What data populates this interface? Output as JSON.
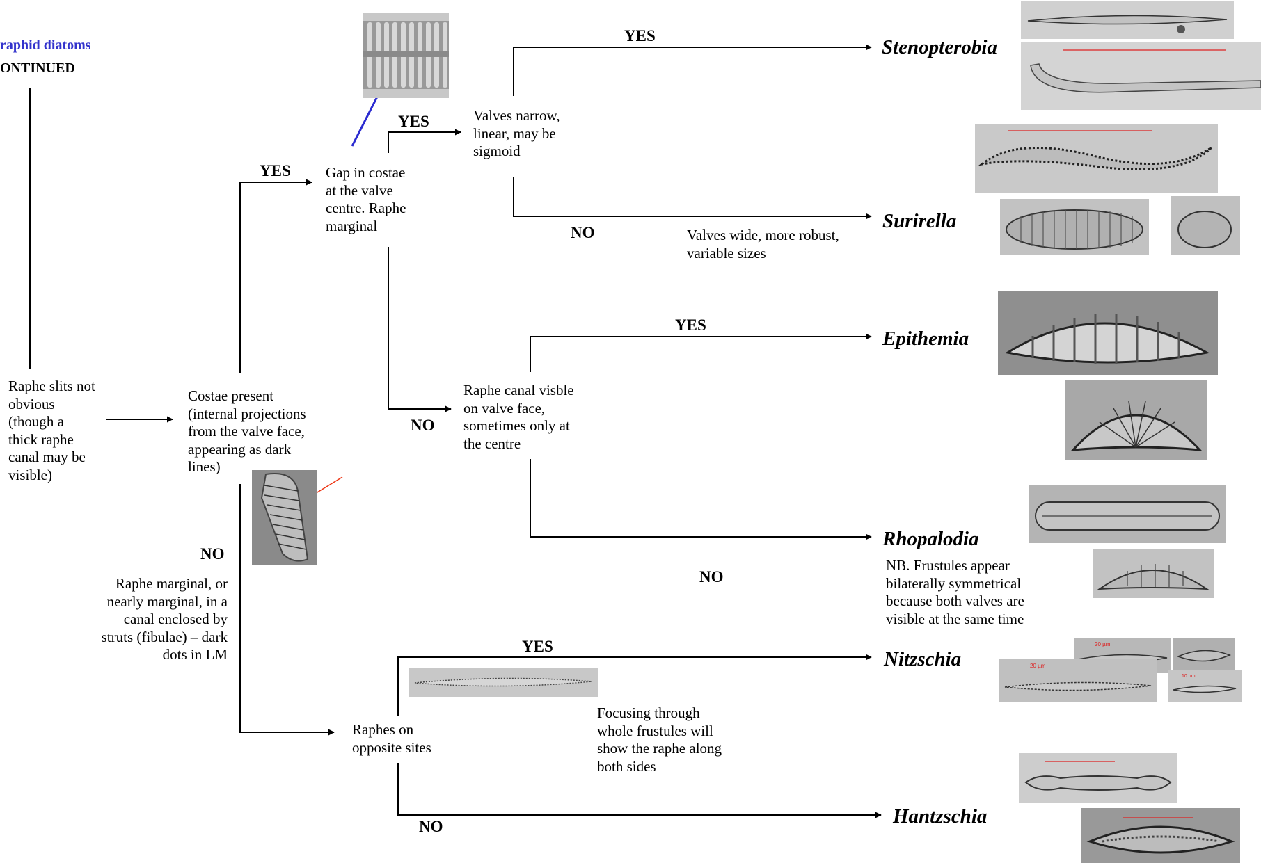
{
  "header": {
    "line1": "raphid diatoms",
    "line2": "ONTINUED"
  },
  "nodes": {
    "raphe_slits": "Raphe slits not\nobvious\n(though a\nthick raphe\ncanal may be\nvisible)",
    "costae_present": "Costae present\n(internal projections\nfrom the valve face,\nappearing as dark\nlines)",
    "gap_costae": "Gap in costae\nat the valve\ncentre. Raphe\nmarginal",
    "valves_narrow": "Valves narrow,\nlinear, may be\nsigmoid",
    "valves_wide": "Valves wide, more robust,\nvariable sizes",
    "raphe_canal": "Raphe canal visble\non valve face,\nsometimes only at\nthe centre",
    "raphe_marginal": "Raphe marginal, or\nnearly marginal, in a\ncanal enclosed by\nstruts (fibulae) – dark\ndots in LM",
    "raphes_opposite": "Raphes on\nopposite sites",
    "focusing": "Focusing through\nwhole frustules will\nshow the raphe along\nboth sides",
    "nb_frustules": "NB. Frustules appear\nbilaterally symmetrical\nbecause both valves are\nvisible at the same time"
  },
  "labels": {
    "yes_costae": "YES",
    "yes_gap": "YES",
    "yes_narrow": "YES",
    "no_wide": "NO",
    "no_canal": "NO",
    "yes_canal": "YES",
    "no_canal_lower": "NO",
    "no_costae": "NO",
    "yes_opposite": "YES",
    "no_opposite": "NO"
  },
  "genera": {
    "stenopterobia": "Stenopterobia",
    "surirella": "Surirella",
    "epithemia": "Epithemia",
    "rhopalodia": "Rhopalodia",
    "nitzschia": "Nitzschia",
    "hantzschia": "Hantzschia"
  },
  "scale_bars": {
    "s1": "20 µm",
    "s2": "20 µm",
    "s3": "10 µm"
  },
  "colors": {
    "header_blue": "#3333cc",
    "pointer_blue": "#2b2bd0",
    "pointer_red": "#ee3311",
    "scale_red": "#d22"
  }
}
